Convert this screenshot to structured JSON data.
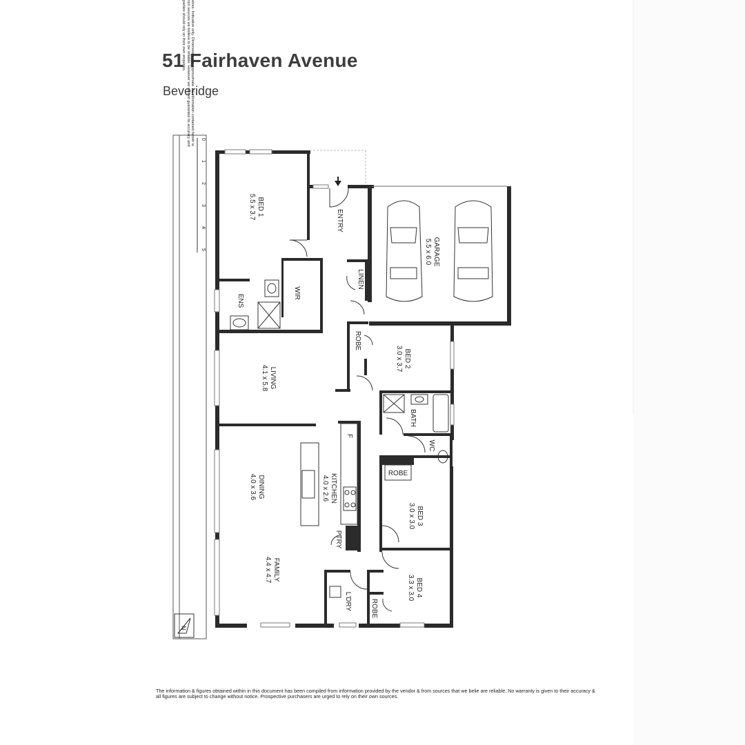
{
  "header": {
    "address": "51 Fairhaven Avenue",
    "suburb": "Beveridge"
  },
  "scale": {
    "note": "Scale in metres. Indicative only. Dimensions are approximate. All information contained herein is gathered from sources we believe to be reliable. However we cannot guarantee its accuracy and interested parties should rely on their own enquiries.",
    "ticks": [
      "0",
      "1",
      "2",
      "3",
      "4",
      "5"
    ]
  },
  "rooms": {
    "bed1": {
      "name": "BED 1",
      "dims": "5.5 x 3.7"
    },
    "entry": {
      "name": "ENTRY"
    },
    "garage": {
      "name": "GARAGE",
      "dims": "5.5 x 6.0"
    },
    "linen": {
      "name": "LINEN"
    },
    "wir": {
      "name": "WIR"
    },
    "ens": {
      "name": "ENS"
    },
    "robe_bed2": {
      "name": "ROBE"
    },
    "bed2": {
      "name": "BED 2",
      "dims": "3.0 x 3.7"
    },
    "living": {
      "name": "LIVING",
      "dims": "4.1 x 5.8"
    },
    "bath": {
      "name": "BATH"
    },
    "wc": {
      "name": "WC"
    },
    "f": {
      "name": "F"
    },
    "kitchen": {
      "name": "KITCHEN",
      "dims": "4.0 x 2.6"
    },
    "dining": {
      "name": "DINING",
      "dims": "4.0 x 3.6"
    },
    "robe_bed3": {
      "name": "ROBE"
    },
    "bed3": {
      "name": "BED 3",
      "dims": "3.0 x 3.0"
    },
    "ptry": {
      "name": "PTRY"
    },
    "family": {
      "name": "FAMILY",
      "dims": "4.4 x 4.7"
    },
    "bed4": {
      "name": "BED 4",
      "dims": "3.3 x 3.0"
    },
    "ldry": {
      "name": "L'DRY"
    },
    "robe_bed4": {
      "name": "ROBE"
    },
    "compass": {
      "name": "N"
    }
  },
  "footer": {
    "disclaimer": "The information & figures obtained within in this document has been compiled from information provided by the vendor & from sources that we belie are reliable. No warranty is given to their accuracy & all figures are subject to change without notice. Prospective purchasers are urged to rely on their own sources."
  }
}
